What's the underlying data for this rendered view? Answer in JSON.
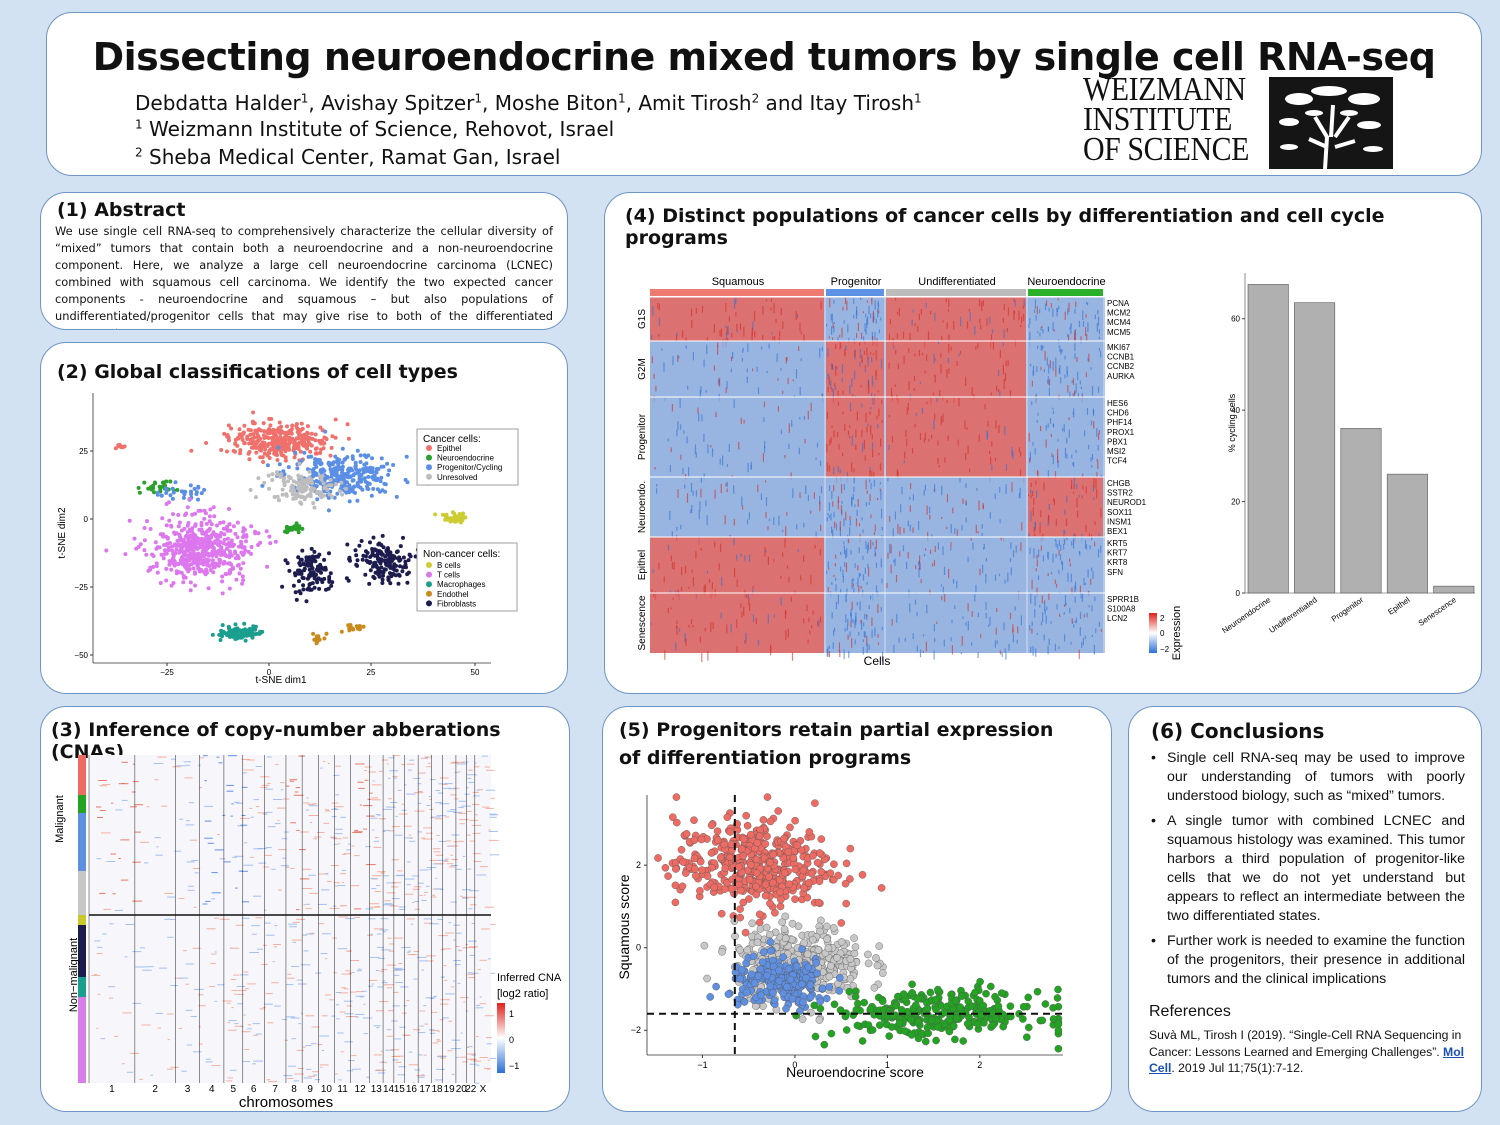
{
  "title": "Dissecting neuroendocrine mixed tumors by single cell RNA-seq",
  "authors": [
    {
      "name": "Debdatta Halder",
      "aff": "1",
      "sep": ", "
    },
    {
      "name": "Avishay Spitzer",
      "aff": "1",
      "sep": ", "
    },
    {
      "name": "Moshe Biton",
      "aff": "1",
      "sep": ", "
    },
    {
      "name": "Amit Tirosh",
      "aff": "2",
      "sep": " and "
    },
    {
      "name": "Itay Tirosh",
      "aff": "1",
      "sep": ""
    }
  ],
  "affiliations": [
    {
      "num": "1",
      "text": "Weizmann Institute of Science, Rehovot, Israel"
    },
    {
      "num": "2",
      "text": "Sheba Medical Center, Ramat Gan, Israel"
    }
  ],
  "logo": {
    "lines": [
      "WEIZMANN",
      "INSTITUTE",
      "OF SCIENCE"
    ]
  },
  "abstract": {
    "heading": "(1) Abstract",
    "text": "We use single cell RNA-seq to comprehensively characterize the cellular diversity of “mixed” tumors that contain both a neuroendocrine and a non-neuroendocrine component. Here, we analyze a large cell neuroendocrine carcinoma (LCNEC) combined with squamous cell carcinoma. We identify the two expected cancer components - neuroendocrine and squamous – but also populations of undifferentiated/progenitor cells that may give rise to both of the differentiated components."
  },
  "tsne": {
    "heading": "(2) Global classifications of cell types",
    "xlabel": "t-SNE dim1",
    "ylabel": "t-SNE dim2",
    "xticks": [
      "−25",
      "0",
      "25",
      "50"
    ],
    "yticks": [
      "25",
      "0",
      "−25",
      "−50"
    ],
    "legend_cancer_title": "Cancer cells:",
    "legend_cancer": [
      {
        "label": "Epithel",
        "color": "#f0716c"
      },
      {
        "label": "Neuroendocrine",
        "color": "#2aa12a"
      },
      {
        "label": "Progenitor/Cycling",
        "color": "#5b8fe6"
      },
      {
        "label": "Unresolved",
        "color": "#bdbdbd"
      }
    ],
    "legend_noncancer_title": "Non-cancer cells:",
    "legend_noncancer": [
      {
        "label": "B cells",
        "color": "#cccc33"
      },
      {
        "label": "T cells",
        "color": "#dd77ee"
      },
      {
        "label": "Macrophages",
        "color": "#1a9e8e"
      },
      {
        "label": "Endothel",
        "color": "#c88a1a"
      },
      {
        "label": "Fibroblasts",
        "color": "#1c1c4e"
      }
    ]
  },
  "cna": {
    "heading": "(3) Inference of copy-number abberations (CNAs)",
    "row_labels": [
      "Malignant",
      "Non−malignant"
    ],
    "xlabel": "chromosomes",
    "chromosomes": [
      "1",
      "2",
      "3",
      "4",
      "5",
      "6",
      "7",
      "8",
      "9",
      "10",
      "11",
      "12",
      "13",
      "14",
      "15",
      "16",
      "17",
      "18",
      "19",
      "20",
      "22",
      "X"
    ],
    "legend_title": "Inferred CNA",
    "legend_sub": "[log2 ratio]",
    "legend_ticks": [
      "1",
      "0",
      "−1"
    ]
  },
  "heatmap": {
    "heading": "(4) Distinct populations of cancer cells by differentiation  and cell cycle programs",
    "columns": [
      {
        "label": "Squamous",
        "color": "#ee7b72"
      },
      {
        "label": "Progenitor",
        "color": "#5d93e7"
      },
      {
        "label": "Undifferentiated",
        "color": "#bcbcbc"
      },
      {
        "label": "Neuroendocrine",
        "color": "#2ab02a"
      }
    ],
    "programs": [
      {
        "label": "G1S",
        "genes": [
          "PCNA",
          "MCM2",
          "MCM4",
          "MCM5"
        ]
      },
      {
        "label": "G2M",
        "genes": [
          "MKI67",
          "CCNB1",
          "CCNB2",
          "AURKA"
        ]
      },
      {
        "label": "Progenitor",
        "genes": [
          "HES6",
          "CHD6",
          "PHF14",
          "PROX1",
          "PBX1",
          "MSI2",
          "TCF4"
        ]
      },
      {
        "label": "Neuroendo.",
        "genes": [
          "CHGB",
          "SSTR2",
          "NEUROD1",
          "SOX11",
          "INSM1",
          "BEX1"
        ]
      },
      {
        "label": "Epithel",
        "genes": [
          "KRT5",
          "KRT7",
          "KRT8",
          "SFN"
        ]
      },
      {
        "label": "Senescence",
        "genes": [
          "SPRR1B",
          "S100A8",
          "LCN2"
        ]
      }
    ],
    "xlabel": "Cells",
    "legend_title": "Expression",
    "legend_ticks": [
      "2",
      "0",
      "−2"
    ]
  },
  "chart_data": [
    {
      "type": "bar",
      "categories": [
        "Neuroendocrine",
        "Undifferentiated",
        "Progenitor",
        "Epithel",
        "Senescence"
      ],
      "values": [
        67.5,
        63.5,
        36,
        26,
        1.5
      ],
      "ylabel": "% cycling cells",
      "xlabel": "",
      "ylim": [
        0,
        70
      ],
      "yticks": [
        0,
        20,
        40,
        60
      ],
      "grid": false
    },
    {
      "type": "scatter",
      "xlabel": "Neuroendocrine score",
      "ylabel": "Squamous score",
      "xlim": [
        -1.6,
        2.9
      ],
      "ylim": [
        -2.6,
        3.7
      ],
      "xticks": [
        -1,
        0,
        1,
        2
      ],
      "yticks": [
        -2,
        0,
        2
      ],
      "thresholds": {
        "x": -0.65,
        "y": -1.6
      },
      "series": [
        {
          "color": "#ee6b63",
          "center": [
            -0.45,
            2.0
          ],
          "spread": [
            0.42,
            0.55
          ],
          "n": 420
        },
        {
          "color": "#c7c7c7",
          "center": [
            0.05,
            -0.35
          ],
          "spread": [
            0.35,
            0.45
          ],
          "n": 380
        },
        {
          "color": "#5e8fe0",
          "center": [
            -0.15,
            -0.85
          ],
          "spread": [
            0.28,
            0.3
          ],
          "n": 220
        },
        {
          "color": "#22a322",
          "center": [
            1.55,
            -1.6
          ],
          "spread": [
            0.55,
            0.28
          ],
          "n": 300
        }
      ]
    }
  ],
  "scatter_heading_1": "(5) Progenitors retain partial expression",
  "scatter_heading_2": "of differentiation programs",
  "conclusions": {
    "heading": "(6) Conclusions",
    "bullets": [
      "Single cell RNA-seq may be used to improve our understanding of tumors with poorly understood biology, such as “mixed” tumors.",
      "A single tumor with combined LCNEC and squamous histology was examined. This tumor harbors a third population of progenitor-like cells that we do not yet understand but appears to reflect an intermediate between the two differentiated states.",
      "Further work is needed to examine the function of the progenitors, their presence in additional tumors and the clinical implications"
    ],
    "ref_heading": "References",
    "ref_text": "Suvà ML, Tirosh I (2019). “Single-Cell RNA Sequencing in Cancer: Lessons Learned and Emerging Challenges”.",
    "ref_journal": "Mol Cell",
    "ref_tail": ". 2019 Jul 11;75(1):7-12."
  }
}
